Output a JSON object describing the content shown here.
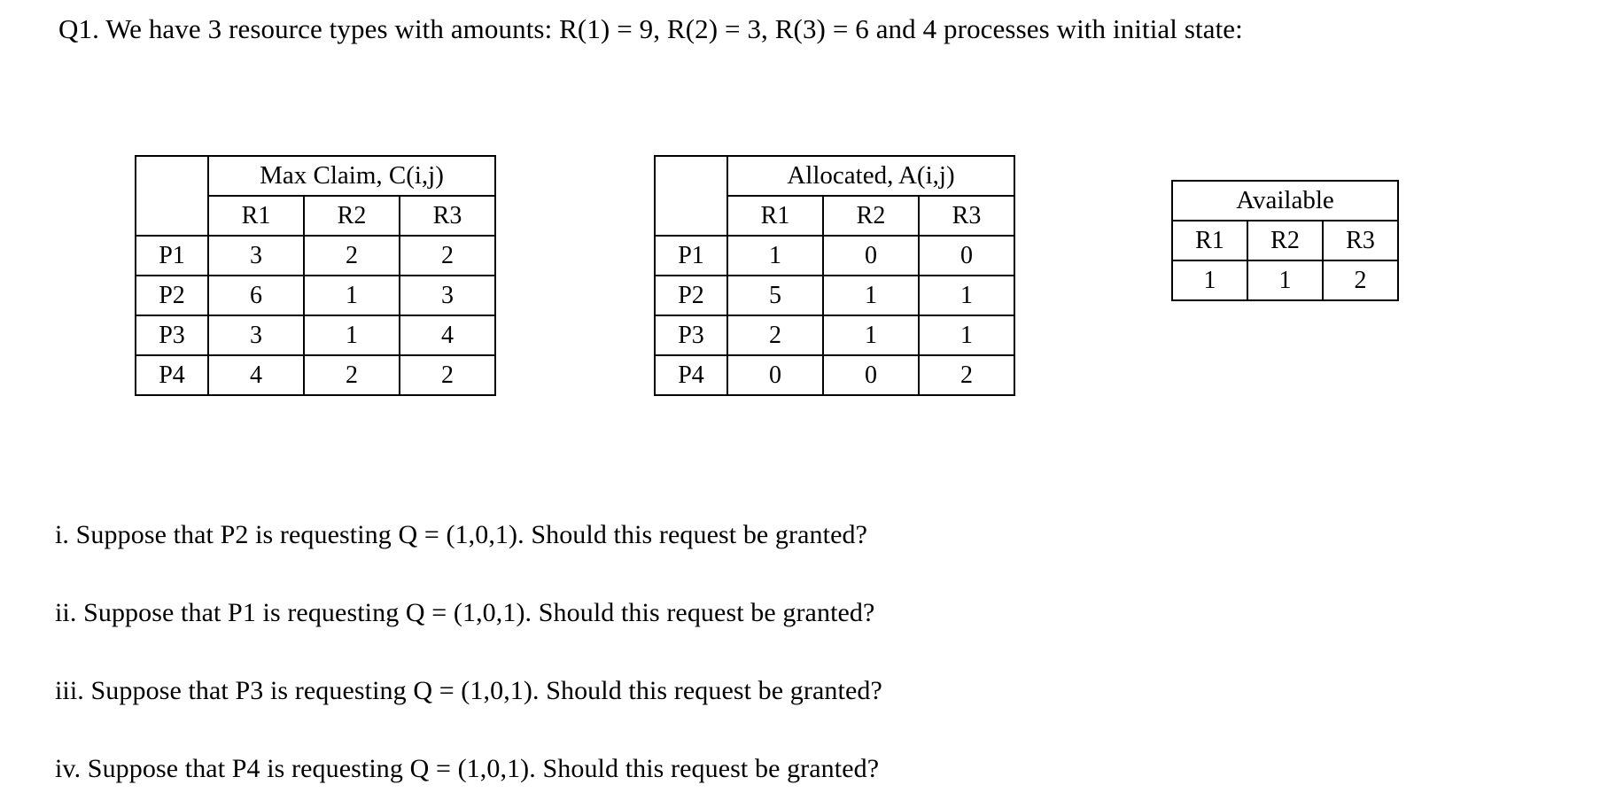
{
  "document": {
    "title_line": "Q1. We have 3 resource types with amounts: R(1) = 9, R(2) = 3, R(3) = 6 and 4 processes with initial state:"
  },
  "tables": {
    "max_claim": {
      "header": "Max Claim, C(i,j)",
      "corner_label": "",
      "columns": [
        "R1",
        "R2",
        "R3"
      ],
      "rows": [
        {
          "label": "P1",
          "values": [
            "3",
            "2",
            "2"
          ]
        },
        {
          "label": "P2",
          "values": [
            "6",
            "1",
            "3"
          ]
        },
        {
          "label": "P3",
          "values": [
            "3",
            "1",
            "4"
          ]
        },
        {
          "label": "P4",
          "values": [
            "4",
            "2",
            "2"
          ]
        }
      ]
    },
    "allocated": {
      "header": "Allocated, A(i,j)",
      "corner_label": "",
      "columns": [
        "R1",
        "R2",
        "R3"
      ],
      "rows": [
        {
          "label": "P1",
          "values": [
            "1",
            "0",
            "0"
          ]
        },
        {
          "label": "P2",
          "values": [
            "5",
            "1",
            "1"
          ]
        },
        {
          "label": "P3",
          "values": [
            "2",
            "1",
            "1"
          ]
        },
        {
          "label": "P4",
          "values": [
            "0",
            "0",
            "2"
          ]
        }
      ]
    },
    "available": {
      "header": "Available",
      "columns": [
        "R1",
        "R2",
        "R3"
      ],
      "values": [
        "1",
        "1",
        "2"
      ]
    }
  },
  "questions": [
    "i. Suppose that P2 is requesting Q = (1,0,1). Should this request be granted?",
    "ii. Suppose that P1 is requesting Q = (1,0,1). Should this request be granted?",
    "iii. Suppose that P3 is requesting Q = (1,0,1). Should this request be granted?",
    "iv. Suppose that P4 is requesting Q = (1,0,1). Should this request be granted?"
  ],
  "colors": {
    "text": "#000000",
    "background": "#ffffff",
    "border": "#000000"
  }
}
